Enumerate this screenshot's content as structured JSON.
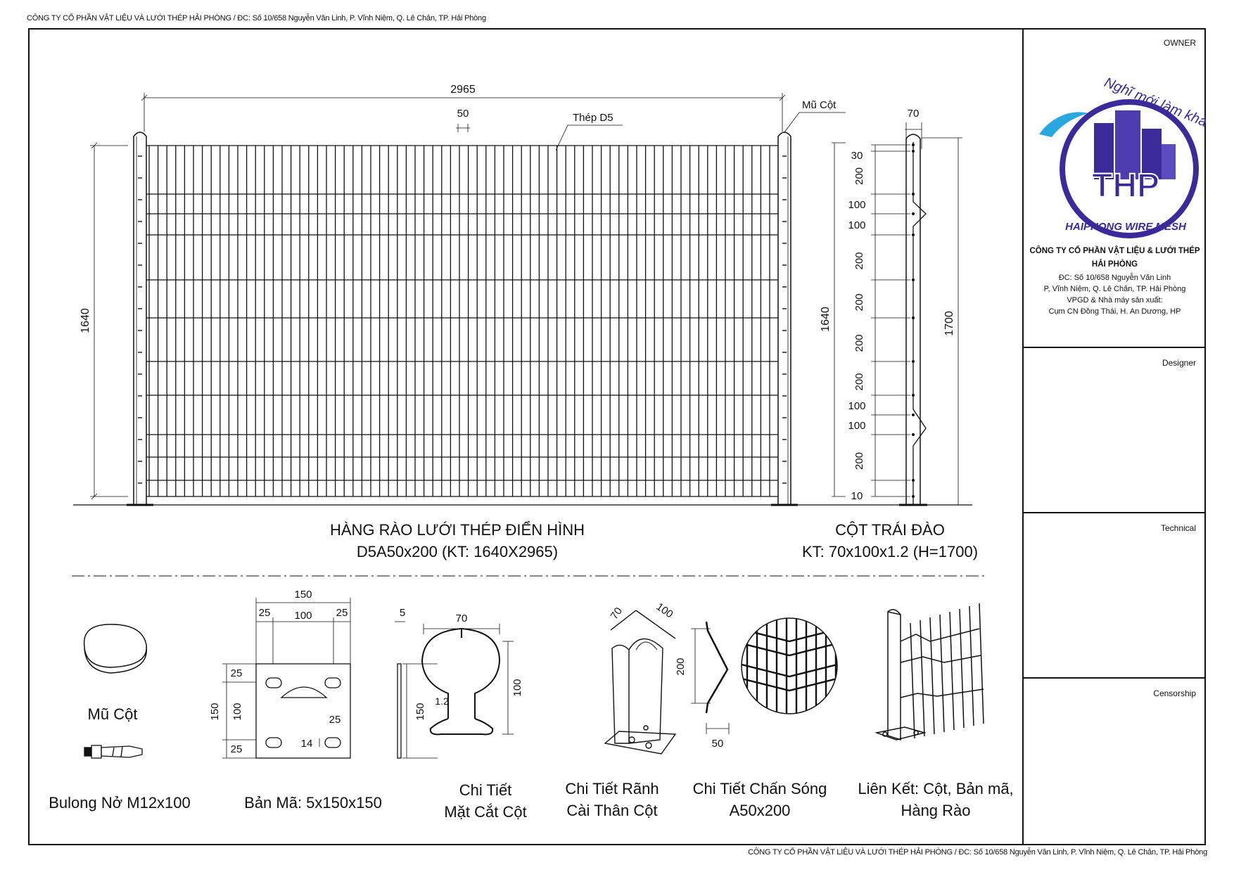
{
  "header": {
    "top_left": "CÔNG TY CỔ PHẦN VẬT LIỆU VÀ LƯỚI THÉP HẢI PHÒNG / ĐC: Số 10/658 Nguyễn Văn Linh, P. Vĩnh Niệm, Q. Lê Chân, TP. Hải Phòng",
    "bottom_right": "CÔNG TY CỔ PHẦN VẬT LIỆU VÀ LƯỚI THÉP HẢI PHÒNG / ĐC: Số 10/658 Nguyễn Văn Linh, P. Vĩnh Niệm, Q. Lê Chân, TP. Hải Phòng"
  },
  "title_block": {
    "owner_label": "OWNER",
    "logo": {
      "slogan": "Nghĩ mới làm khác",
      "brand": "THP",
      "ring_text": "HAIPHONG WIRE MESH",
      "primary_color": "#3a2a9a",
      "accent_color": "#29a8e0"
    },
    "company_name_line1": "CÔNG TY CỔ PHẦN VẬT LIỆU & LƯỚI THÉP",
    "company_name_line2": "HẢI PHÒNG",
    "address_line1": "ĐC: Số 10/658 Nguyễn Văn Linh",
    "address_line2": "P, Vĩnh Niệm, Q. Lê Chân, TP. Hải Phòng",
    "factory_line1": "VPGD & Nhà máy sản xuất:",
    "factory_line2": "Cụm CN Đồng Thái, H. An Dương, HP",
    "designer_label": "Designer",
    "technical_label": "Technical",
    "censorship_label": "Censorship"
  },
  "fence": {
    "dim_width": "2965",
    "dim_height": "1640",
    "dim_mesh": "50",
    "label_wire": "Thép D5",
    "label_cap": "Mũ Cột",
    "caption_line1": "HÀNG RÀO LƯỚI THÉP ĐIỂN HÌNH",
    "caption_line2": "D5A50x200 (KT: 1640X2965)"
  },
  "post": {
    "dim_top": "70",
    "dim_height": "1640",
    "dim_total": "1700",
    "segments": [
      "30",
      "200",
      "100",
      "100",
      "200",
      "200",
      "200",
      "200",
      "100",
      "100",
      "200",
      "10"
    ],
    "caption_line1": "CỘT TRÁI ĐÀO",
    "caption_line2": "KT: 70x100x1.2 (H=1700)"
  },
  "details": {
    "cap_label": "Mũ Cột",
    "bolt_label": "Bulong Nở M12x100",
    "plate": {
      "label": "Bản Mã: 5x150x150",
      "dim_150_top": "150",
      "dim_25_left": "25",
      "dim_100": "100",
      "dim_25_right": "25",
      "dim_thickness": "5",
      "dim_25_top": "25",
      "dim_100_side": "100",
      "dim_25_bottom": "25",
      "dim_150_side": "150",
      "dim_150_thick_side": "150",
      "dim_slot_25": "25",
      "dim_slot_14": "14"
    },
    "section": {
      "label_line1": "Chi Tiết",
      "label_line2": "Mặt Cắt Cột",
      "dim_70": "70",
      "dim_100": "100",
      "dim_thk": "1.2"
    },
    "groove": {
      "label_line1": "Chi Tiết Rãnh",
      "label_line2": "Cài Thân Cột",
      "dim_70": "70",
      "dim_100": "100"
    },
    "wave": {
      "label_line1": "Chi Tiết Chấn Sóng",
      "label_line2": "A50x200",
      "dim_200": "200",
      "dim_50": "50"
    },
    "link": {
      "label_line1": "Liên Kết: Cột, Bản mã,",
      "label_line2": "Hàng Rào"
    }
  }
}
